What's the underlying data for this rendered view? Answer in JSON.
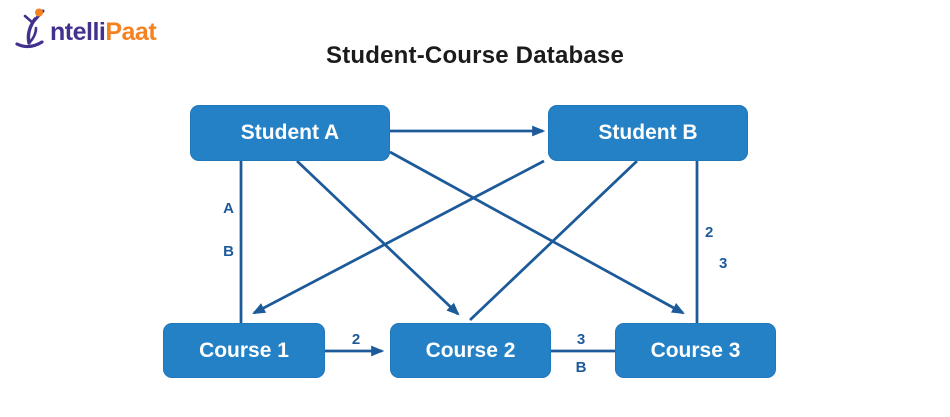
{
  "logo": {
    "icon": "person-figure-icon",
    "text_primary": "ntelli",
    "text_secondary": "Paat",
    "color_primary": "#44318e",
    "color_secondary": "#f5821f"
  },
  "title": "Student-Course Database",
  "diagram": {
    "colors": {
      "node_fill": "#2481c5",
      "edge": "#1d5a99",
      "node_text": "#ffffff"
    },
    "nodes": [
      {
        "id": "student-a",
        "label": "Student A"
      },
      {
        "id": "student-b",
        "label": "Student B"
      },
      {
        "id": "course-1",
        "label": "Course 1"
      },
      {
        "id": "course-2",
        "label": "Course 2"
      },
      {
        "id": "course-3",
        "label": "Course 3"
      }
    ],
    "edge_labels": {
      "student_a_course1_top": "A",
      "student_a_course1_bottom": "B",
      "student_b_course3_top": "2",
      "student_b_course3_bottom": "3",
      "course1_course2": "2",
      "course2_course3_top": "3",
      "course2_course3_bottom": "B"
    },
    "edges": [
      {
        "from": "Student A",
        "to": "Student B",
        "arrow": true,
        "labels": []
      },
      {
        "from": "Student A",
        "to": "Course 1",
        "arrow": false,
        "labels": [
          "A",
          "B"
        ]
      },
      {
        "from": "Student A",
        "to": "Course 2",
        "arrow": true,
        "labels": []
      },
      {
        "from": "Student A",
        "to": "Course 3",
        "arrow": true,
        "labels": []
      },
      {
        "from": "Student B",
        "to": "Course 1",
        "arrow": true,
        "labels": []
      },
      {
        "from": "Student B",
        "to": "Course 2",
        "arrow": false,
        "labels": []
      },
      {
        "from": "Student B",
        "to": "Course 3",
        "arrow": false,
        "labels": [
          "2",
          "3"
        ]
      },
      {
        "from": "Course 1",
        "to": "Course 2",
        "arrow": true,
        "labels": [
          "2"
        ]
      },
      {
        "from": "Course 2",
        "to": "Course 3",
        "arrow": false,
        "labels": [
          "3",
          "B"
        ]
      }
    ]
  }
}
